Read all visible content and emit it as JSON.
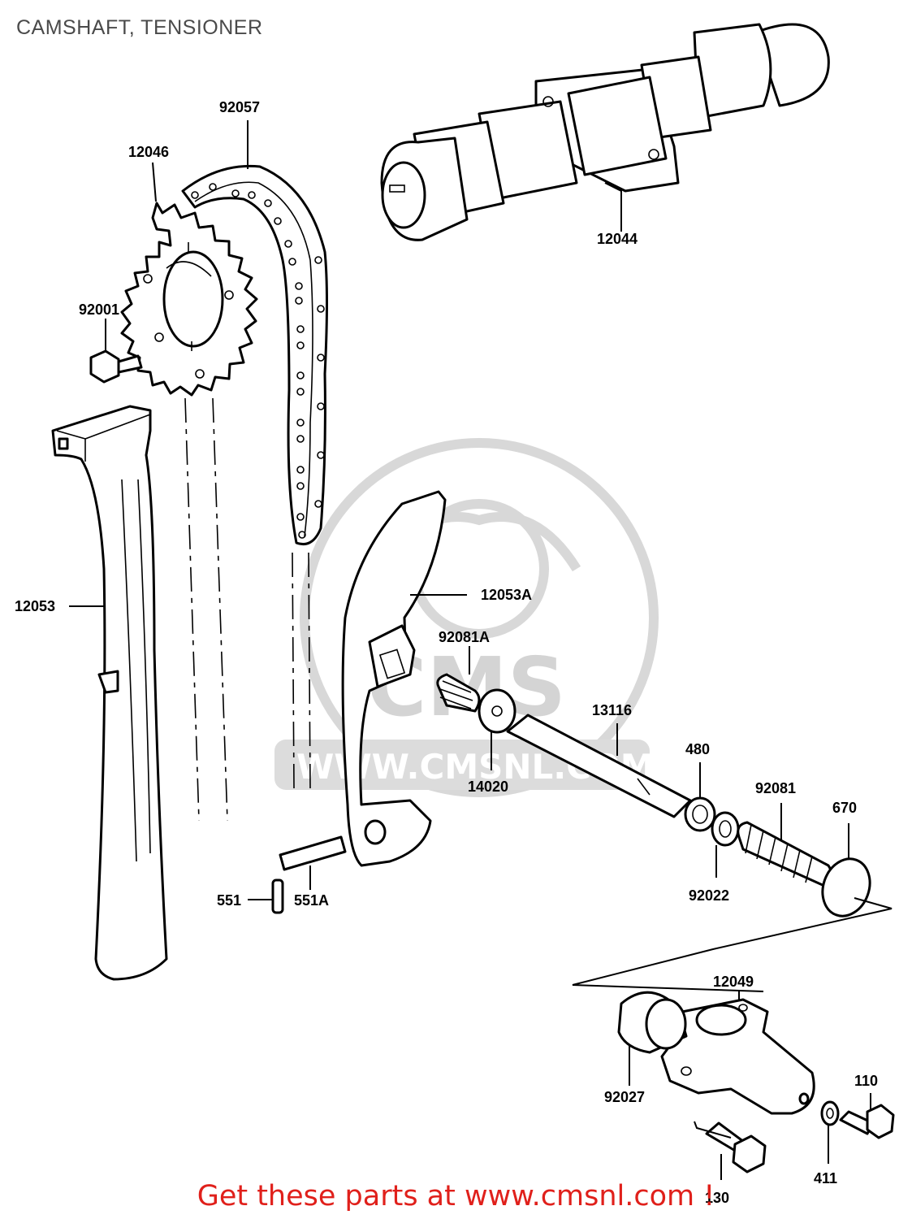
{
  "header": {
    "title": "CAMSHAFT, TENSIONER"
  },
  "watermark": {
    "brand": "CMS",
    "url": "WWW.CMSNL.COM"
  },
  "callouts": [
    {
      "id": "92057",
      "label": "92057"
    },
    {
      "id": "12046",
      "label": "12046"
    },
    {
      "id": "12044",
      "label": "12044"
    },
    {
      "id": "92001",
      "label": "92001"
    },
    {
      "id": "12053",
      "label": "12053"
    },
    {
      "id": "12053A",
      "label": "12053A"
    },
    {
      "id": "92081A",
      "label": "92081A"
    },
    {
      "id": "13116",
      "label": "13116"
    },
    {
      "id": "14020",
      "label": "14020"
    },
    {
      "id": "480",
      "label": "480"
    },
    {
      "id": "92081",
      "label": "92081"
    },
    {
      "id": "670",
      "label": "670"
    },
    {
      "id": "551",
      "label": "551"
    },
    {
      "id": "551A",
      "label": "551A"
    },
    {
      "id": "92022",
      "label": "92022"
    },
    {
      "id": "12049",
      "label": "12049"
    },
    {
      "id": "110",
      "label": "110"
    },
    {
      "id": "92027",
      "label": "92027"
    },
    {
      "id": "411",
      "label": "411"
    },
    {
      "id": "130",
      "label": "130"
    }
  ],
  "footer": {
    "text": "Get these parts at www.cmsnl.com !"
  },
  "colors": {
    "footer_text": "#e0201b",
    "title_text": "#4a4a4a",
    "watermark": "#d8d8d8"
  }
}
